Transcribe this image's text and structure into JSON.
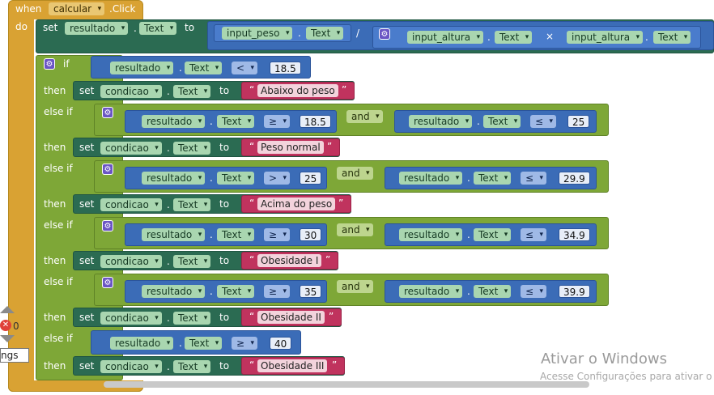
{
  "event": {
    "when": "when",
    "component": "calcular",
    "event": ".Click",
    "do": "do"
  },
  "kw": {
    "set": "set",
    "to": "to",
    "if": "if",
    "then": "then",
    "else_if": "else if",
    "and": "and",
    "dot": ".",
    "div": "/",
    "times": "×",
    "quote_open": "“",
    "quote_close": "”"
  },
  "formula": {
    "target": "resultado",
    "prop": "Text",
    "peso": "input_peso",
    "altura": "input_altura"
  },
  "branches": [
    {
      "op1": "<",
      "val1": "18.5",
      "result": "Abaixo do peso"
    },
    {
      "op1": "≥",
      "val1": "18.5",
      "and": "and",
      "op2": "≤",
      "val2": "25",
      "result": "Peso normal"
    },
    {
      "op1": ">",
      "val1": "25",
      "and": "and",
      "op2": "≤",
      "val2": "29.9",
      "result": "Acima do peso"
    },
    {
      "op1": "≥",
      "val1": "30",
      "and": "and",
      "op2": "≤",
      "val2": "34.9",
      "result": "Obesidade I"
    },
    {
      "op1": "≥",
      "val1": "35",
      "and": "and",
      "op2": "≤",
      "val2": "39.9",
      "result": "Obesidade II"
    },
    {
      "op1": "≥",
      "val1": "40",
      "result": "Obesidade III"
    }
  ],
  "vars": {
    "resultado": "resultado",
    "condicao": "condicao",
    "text": "Text"
  },
  "workspace": {
    "warning_count": "0",
    "settings_label": "ngs"
  },
  "watermark": {
    "title": "Ativar o Windows",
    "subtitle": "Acesse Configurações para ativar o Windows."
  }
}
